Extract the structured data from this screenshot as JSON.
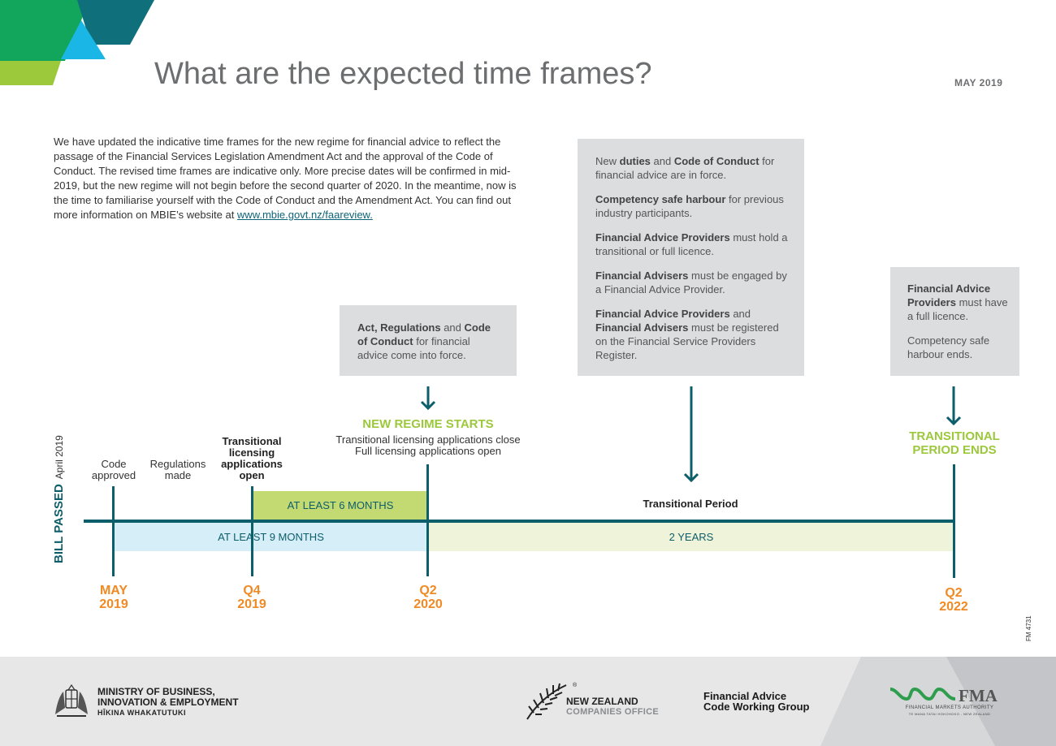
{
  "header": {
    "title": "What are the expected time frames?",
    "date": "MAY 2019"
  },
  "intro": {
    "text": "We have updated the indicative time frames for the new regime for financial advice to reflect the passage of the Financial Services Legislation Amendment Act and the approval of the Code of Conduct. The revised time frames are indicative only. More precise dates will be confirmed in mid-2019, but the new regime will not begin before the second quarter of 2020. In the meantime, now is the time to familiarise yourself with the Code of Conduct and the Amendment Act. You can find out more information on MBIE’s website at ",
    "link": "www.mbie.govt.nz/faareview."
  },
  "box_act": {
    "b1": "Act, Regulations",
    "t1": " and ",
    "b2": "Code of Conduct",
    "t2": " for financial advice come into force."
  },
  "box_duties": {
    "p1_t1": "New ",
    "p1_b1": "duties",
    "p1_t2": " and ",
    "p1_b2": "Code of Conduct",
    "p1_t3": " for financial advice are in force.",
    "p2_b1": "Competency safe harbour",
    "p2_t1": " for previous industry participants.",
    "p3_b1": "Financial Advice Providers",
    "p3_t1": " must hold a transitional or full licence.",
    "p4_b1": "Financial Advisers",
    "p4_t1": " must be engaged by a Financial Advice Provider.",
    "p5_b1": "Financial Advice Providers",
    "p5_t1": " and ",
    "p5_b2": "Financial Advisers",
    "p5_t2": " must be registered on the Financial Service Providers Register."
  },
  "box_full": {
    "p1_b1": "Financial Advice Providers",
    "p1_t1": " must have a full licence.",
    "p2_t1": "Competency safe harbour ends."
  },
  "timeline": {
    "bill_passed": "BILL PASSED",
    "april": "April 2019",
    "code_approved_1": "Code",
    "code_approved_2": "approved",
    "regulations_1": "Regulations",
    "regulations_2": "made",
    "transitional_1": "Transitional",
    "transitional_2": "licensing",
    "transitional_3": "applications",
    "transitional_4": "open",
    "new_regime": "NEW REGIME STARTS",
    "new_regime_sub1": "Transitional licensing applications close",
    "new_regime_sub2": "Full licensing applications open",
    "transitional_period": "Transitional Period",
    "trans_ends_1": "TRANSITIONAL",
    "trans_ends_2": "PERIOD ENDS",
    "band_6": "AT LEAST 6 MONTHS",
    "band_9": "AT LEAST 9 MONTHS",
    "band_2y": "2 YEARS",
    "d1a": "MAY",
    "d1b": "2019",
    "d2a": "Q4",
    "d2b": "2019",
    "d3a": "Q2",
    "d3b": "2020",
    "d4a": "Q2",
    "d4b": "2022"
  },
  "fm_code": "FM 4731",
  "footer": {
    "ministry_1": "MINISTRY OF BUSINESS,",
    "ministry_2": "INNOVATION & EMPLOYMENT",
    "ministry_3": "HĪKINA WHAKATUTUKI",
    "nz_1": "NEW ZEALAND",
    "nz_2": "COMPANIES OFFICE",
    "facwg_1": "Financial Advice",
    "facwg_2": "Code Working Group",
    "fma": "FMA",
    "fma_sub1": "FINANCIAL MARKETS AUTHORITY",
    "fma_sub2": "TE MANA TATAI HOKOHOKO - NEW ZEALAND"
  },
  "colors": {
    "teal": "#0d5e6b",
    "lime": "#9cc83c",
    "orange": "#f08a24",
    "grey_box": "#dcdddf"
  }
}
